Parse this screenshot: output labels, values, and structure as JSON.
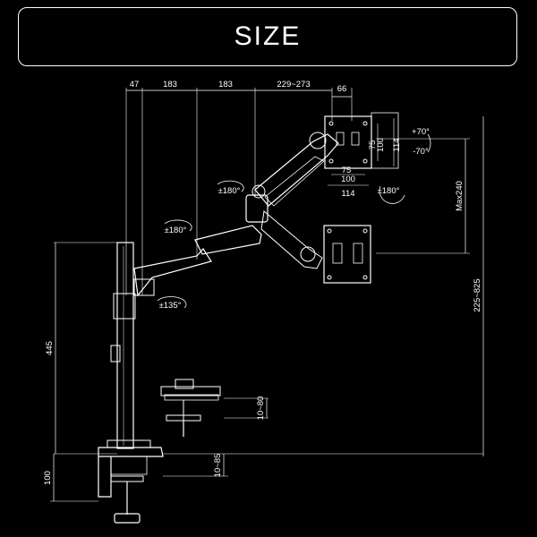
{
  "title": "SIZE",
  "dimensions": {
    "top": [
      "47",
      "183",
      "183",
      "229~273",
      "66"
    ],
    "vesa_upper": {
      "width_inner": "100",
      "width_outer": "114",
      "height_inner": "100",
      "height_outer": "114",
      "small_w": "75",
      "small_h": "75"
    },
    "rotation": [
      "±180°",
      "±180°",
      "±135°",
      "±180°"
    ],
    "tilt": [
      "+70°",
      "-70°"
    ],
    "max_height": "Max240",
    "height_range": "225~825",
    "pole_height": "445",
    "clamp_range": "10~80",
    "base_height": "100",
    "desk_range": "10~85"
  },
  "colors": {
    "background": "#000000",
    "line": "#ffffff"
  }
}
